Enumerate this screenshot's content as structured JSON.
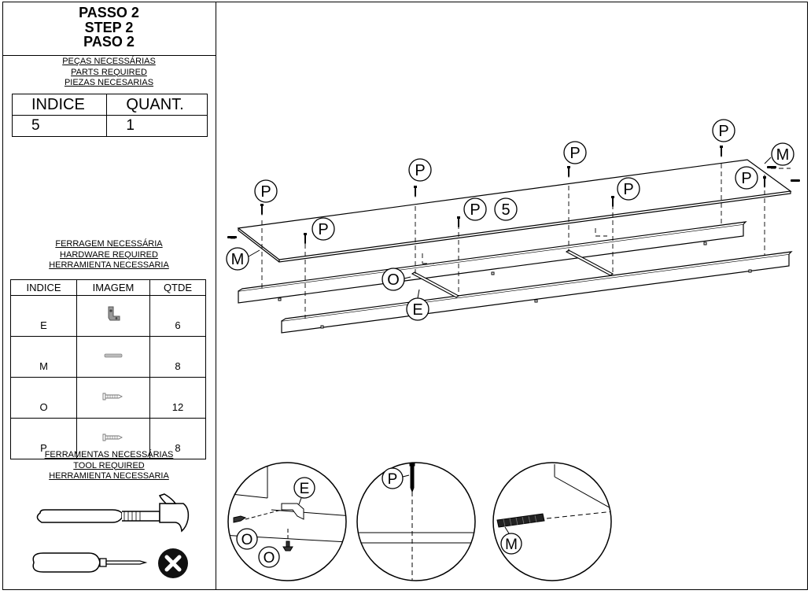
{
  "step": {
    "line1": "PASSO 2",
    "line2": "STEP 2",
    "line3": "PASO 2"
  },
  "parts_required": {
    "title_pt": "PEÇAS NECESSÁRIAS",
    "title_en": "PARTS REQUIRED",
    "title_es": "PIEZAS NECESARIAS",
    "headers": [
      "INDICE",
      "QUANT."
    ],
    "rows": [
      [
        "5",
        "1"
      ]
    ]
  },
  "hardware_required": {
    "title_pt": "FERRAGEM NECESSÁRIA",
    "title_en": "HARDWARE REQUIRED",
    "title_es": "HERRAMIENTA NECESSARIA",
    "headers": [
      "INDICE",
      "IMAGEM",
      "QTDE"
    ],
    "rows": [
      {
        "index": "E",
        "icon": "corner-bracket-icon",
        "qty": "6"
      },
      {
        "index": "M",
        "icon": "dowel-icon",
        "qty": "8"
      },
      {
        "index": "O",
        "icon": "screw-icon",
        "qty": "12"
      },
      {
        "index": "P",
        "icon": "screw-icon",
        "qty": "8"
      }
    ]
  },
  "tools_required": {
    "title_pt": "FERRAMENTAS NECESSÁRIAS",
    "title_en": "TOOL REQUIRED",
    "title_es": "HERRAMIENTA NECESSARIA",
    "tools": [
      "hammer-icon",
      "screwdriver-icon",
      "not-required-x-icon"
    ]
  },
  "diagram": {
    "callouts": {
      "P": "P",
      "M": "M",
      "O": "O",
      "E": "E",
      "part": "5"
    }
  }
}
